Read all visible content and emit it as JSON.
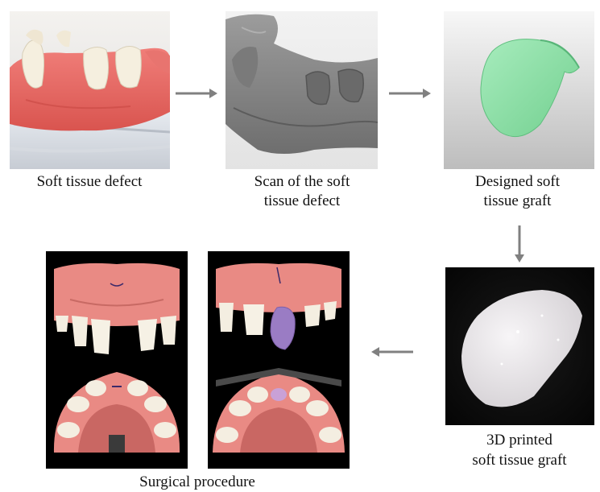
{
  "steps": {
    "defect": "Soft tissue defect",
    "scan_line1": "Scan of the soft",
    "scan_line2": "tissue defect",
    "design_line1": "Designed soft",
    "design_line2": "tissue graft",
    "printed_line1": "3D printed",
    "printed_line2": "soft tissue graft",
    "surgical": "Surgical procedure"
  },
  "colors": {
    "arrow": "#808080",
    "gum": "#e8706e",
    "tooth": "#f3ede0",
    "scan": "#8c8c8c",
    "graft_design": "#8fe0a8",
    "graft_printed": "#ece9ec",
    "graft_surgical": "#9a7cc4"
  },
  "icons": [
    "arrow-right-icon",
    "arrow-down-icon",
    "arrow-left-icon"
  ]
}
